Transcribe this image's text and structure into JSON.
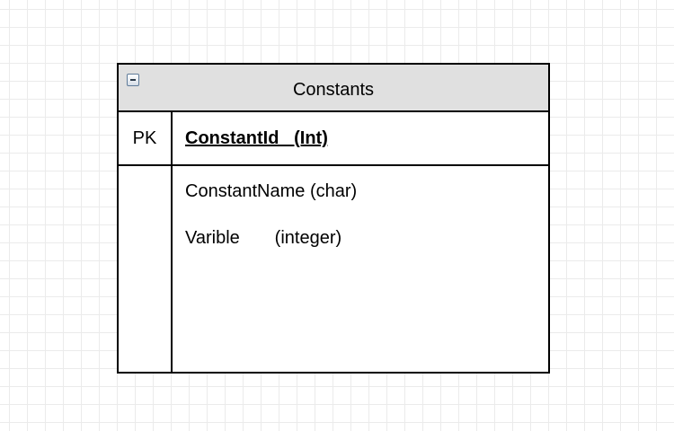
{
  "entity": {
    "title": "Constants",
    "primary_key": {
      "key_label": "PK",
      "attribute": "ConstantId   (Int)"
    },
    "attributes": [
      "ConstantName (char)",
      "Varible       (integer)"
    ]
  },
  "icons": {
    "collapse_toggle": "collapse-minus-icon"
  }
}
